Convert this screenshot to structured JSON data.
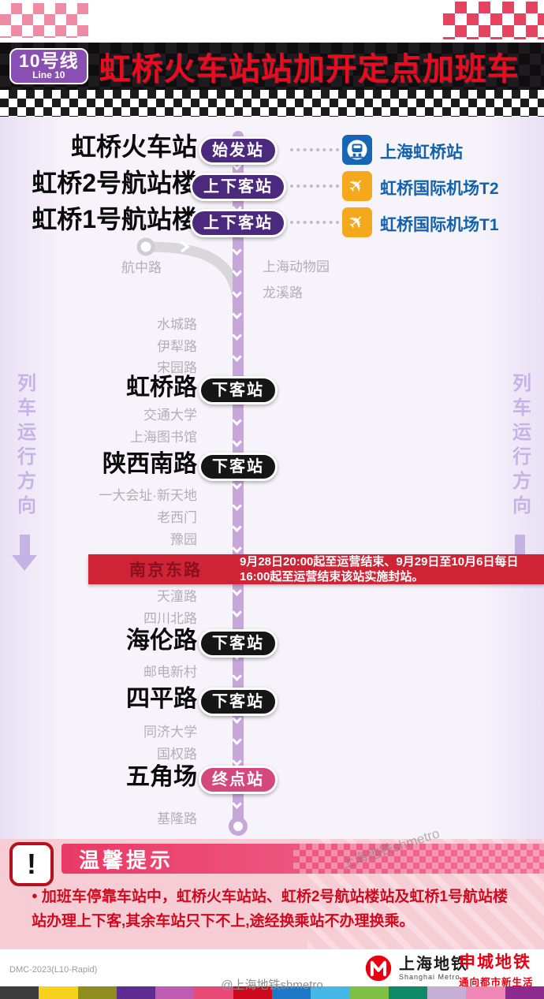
{
  "header": {
    "line_badge_title": "10号线",
    "line_badge_sub": "Line 10",
    "title": "虹桥火车站站加开定点加班车"
  },
  "direction": {
    "label": "列车运行方向"
  },
  "legend_rows": [
    {
      "station": "虹桥火车站",
      "badge": "始发站",
      "badge_kind": "origin",
      "icon": "railway",
      "link": "上海虹桥站"
    },
    {
      "station": "虹桥2号航站楼",
      "badge": "上下客站",
      "badge_kind": "boarding",
      "icon": "airport",
      "link": "虹桥国际机场T2"
    },
    {
      "station": "虹桥1号航站楼",
      "badge": "上下客站",
      "badge_kind": "boarding",
      "icon": "airport",
      "link": "虹桥国际机场T1"
    }
  ],
  "stations": [
    {
      "name": "航中路",
      "kind": "gray",
      "side": "branch"
    },
    {
      "name": "上海动物园",
      "kind": "gray",
      "side": "right"
    },
    {
      "name": "龙溪路",
      "kind": "gray",
      "side": "right"
    },
    {
      "name": "水城路",
      "kind": "gray",
      "side": "left"
    },
    {
      "name": "伊犁路",
      "kind": "gray",
      "side": "left"
    },
    {
      "name": "宋园路",
      "kind": "gray",
      "side": "left"
    },
    {
      "name": "虹桥路",
      "kind": "major",
      "badge": "下客站"
    },
    {
      "name": "交通大学",
      "kind": "gray",
      "side": "left"
    },
    {
      "name": "上海图书馆",
      "kind": "gray",
      "side": "left"
    },
    {
      "name": "陕西南路",
      "kind": "major",
      "badge": "下客站"
    },
    {
      "name": "一大会址·新天地",
      "kind": "gray",
      "side": "left"
    },
    {
      "name": "老西门",
      "kind": "gray",
      "side": "left"
    },
    {
      "name": "豫园",
      "kind": "gray",
      "side": "left"
    },
    {
      "name": "南京东路",
      "kind": "closed",
      "notice": "9月28日20:00起至运营结束、9月29日至10月6日每日16:00起至运营结束该站实施封站。"
    },
    {
      "name": "天潼路",
      "kind": "gray",
      "side": "left"
    },
    {
      "name": "四川北路",
      "kind": "gray",
      "side": "left"
    },
    {
      "name": "海伦路",
      "kind": "major",
      "badge": "下客站"
    },
    {
      "name": "邮电新村",
      "kind": "gray",
      "side": "left"
    },
    {
      "name": "四平路",
      "kind": "major",
      "badge": "下客站"
    },
    {
      "name": "同济大学",
      "kind": "gray",
      "side": "left"
    },
    {
      "name": "国权路",
      "kind": "gray",
      "side": "left"
    },
    {
      "name": "五角场",
      "kind": "terminal",
      "badge": "终点站"
    },
    {
      "name": "基隆路",
      "kind": "gray",
      "side": "left"
    }
  ],
  "tips": {
    "title": "温馨提示",
    "bullet": "●",
    "icon_glyph": "!",
    "body": "加班车停靠车站中，虹桥火车站站、虹桥2号航站楼站及虹桥1号航站楼站办理上下客,其余车站只下不上,途经换乘站不办理换乘。"
  },
  "footer": {
    "doc_code": "DMC-2023(L10-Rapid)",
    "logo_cn": "上海地铁",
    "logo_en": "Shanghai Metro",
    "slogan_1": "申城地铁",
    "slogan_2": "通向都市新生活",
    "watermark_center": "@上海地铁shmetro",
    "watermark_diagonal": "上海地铁shmetro"
  },
  "icons": {
    "airplane": "✈"
  },
  "colors": {
    "line10_purple": "#c7a6d9",
    "origin_pill": "#4b2a7d",
    "dropoff_pill": "#161616",
    "terminal_pill": "#d5487e",
    "title_red": "#ea0b1e",
    "closure_red": "#cf2336",
    "link_blue": "#1261ad",
    "tips_red": "#cf0a1e",
    "bottom_stripes": [
      "#3c3c3c",
      "#f6d21b",
      "#8f8d1d",
      "#5f2d91",
      "#c05bb4",
      "#e84a78",
      "#cf0a1e",
      "#1e78c8",
      "#45b8e8",
      "#7ec043",
      "#0f8a68",
      "#c6afd4",
      "#ef86b5",
      "#8c2a8f"
    ]
  }
}
